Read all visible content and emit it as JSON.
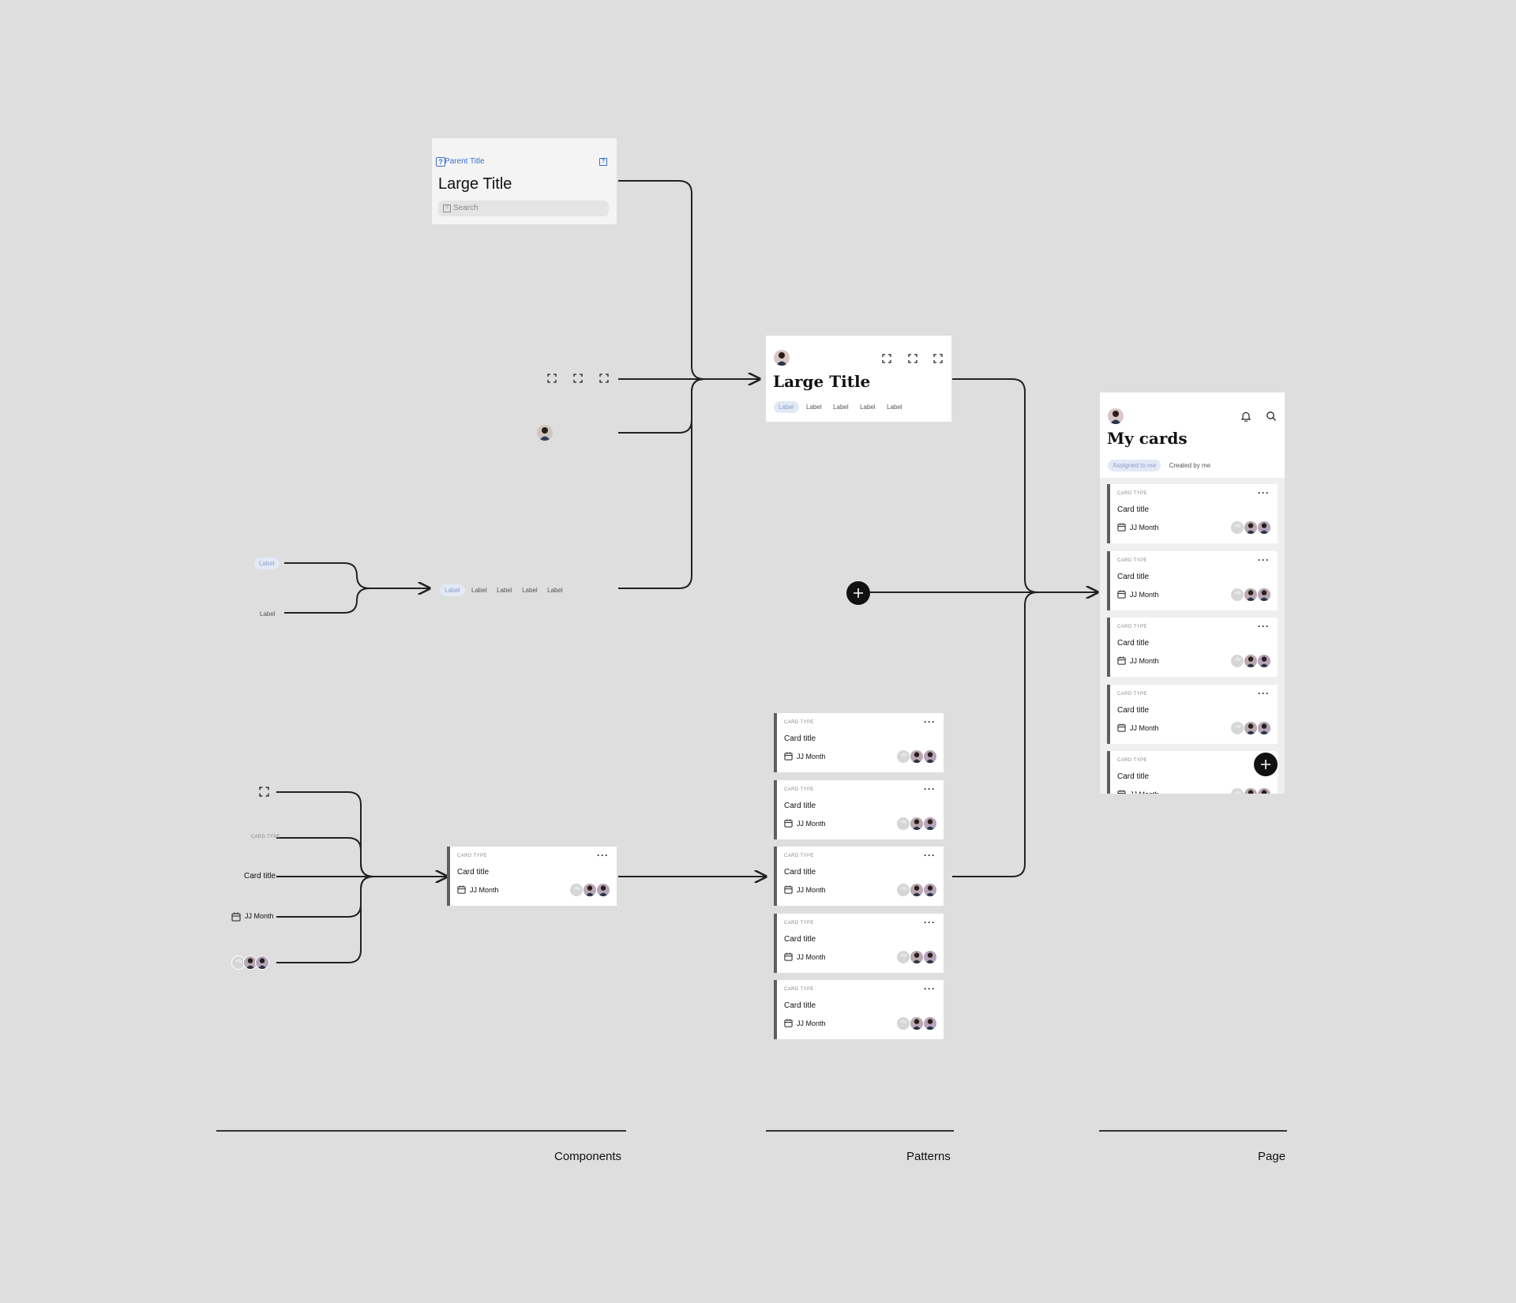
{
  "components": {
    "nav_header": {
      "parent_title": "Parent Title",
      "large_title": "Large Title",
      "search_placeholder": "Search",
      "left_icon": "help-square-icon",
      "right_icon": "help-square-icon"
    },
    "icon_group": [
      "scan-icon",
      "scan-icon",
      "scan-icon"
    ],
    "pill_selected": "Label",
    "pill_unselected": "Label",
    "pill_bar": [
      "Label",
      "Label",
      "Label",
      "Label",
      "Label"
    ],
    "card_parts": {
      "icon": "scan-icon",
      "card_type": "CARD TYPE",
      "card_title": "Card title",
      "date": "JJ Month",
      "avatar_more": "+N"
    },
    "card": {
      "card_type": "CARD TYPE",
      "title": "Card title",
      "date": "JJ Month",
      "avatar_more": "+N"
    }
  },
  "patterns": {
    "header": {
      "large_title": "Large Title",
      "tabs": [
        "Label",
        "Label",
        "Label",
        "Label",
        "Label"
      ],
      "icons": [
        "scan-icon",
        "scan-icon",
        "scan-icon"
      ]
    },
    "fab_icon": "plus-icon",
    "card_list": [
      {
        "card_type": "CARD TYPE",
        "title": "Card title",
        "date": "JJ Month",
        "avatar_more": "+N"
      },
      {
        "card_type": "CARD TYPE",
        "title": "Card title",
        "date": "JJ Month",
        "avatar_more": "+N"
      },
      {
        "card_type": "CARD TYPE",
        "title": "Card title",
        "date": "JJ Month",
        "avatar_more": "+N"
      },
      {
        "card_type": "CARD TYPE",
        "title": "Card title",
        "date": "JJ Month",
        "avatar_more": "+N"
      },
      {
        "card_type": "CARD TYPE",
        "title": "Card title",
        "date": "JJ Month",
        "avatar_more": "+N"
      }
    ]
  },
  "page": {
    "title": "My cards",
    "tabs": [
      "Assigned to me",
      "Created by me"
    ],
    "icons": [
      "bell-icon",
      "search-icon"
    ],
    "cards": [
      {
        "card_type": "CARD TYPE",
        "title": "Card title",
        "date": "JJ Month",
        "avatar_more": "+N"
      },
      {
        "card_type": "CARD TYPE",
        "title": "Card title",
        "date": "JJ Month",
        "avatar_more": "+N"
      },
      {
        "card_type": "CARD TYPE",
        "title": "Card title",
        "date": "JJ Month",
        "avatar_more": "+N"
      },
      {
        "card_type": "CARD TYPE",
        "title": "Card title",
        "date": "JJ Month",
        "avatar_more": "+N"
      },
      {
        "card_type": "CARD TYPE",
        "title": "Card title",
        "date": "JJ Month",
        "avatar_more": "+N"
      }
    ]
  },
  "sections": [
    "Components",
    "Patterns",
    "Page"
  ]
}
